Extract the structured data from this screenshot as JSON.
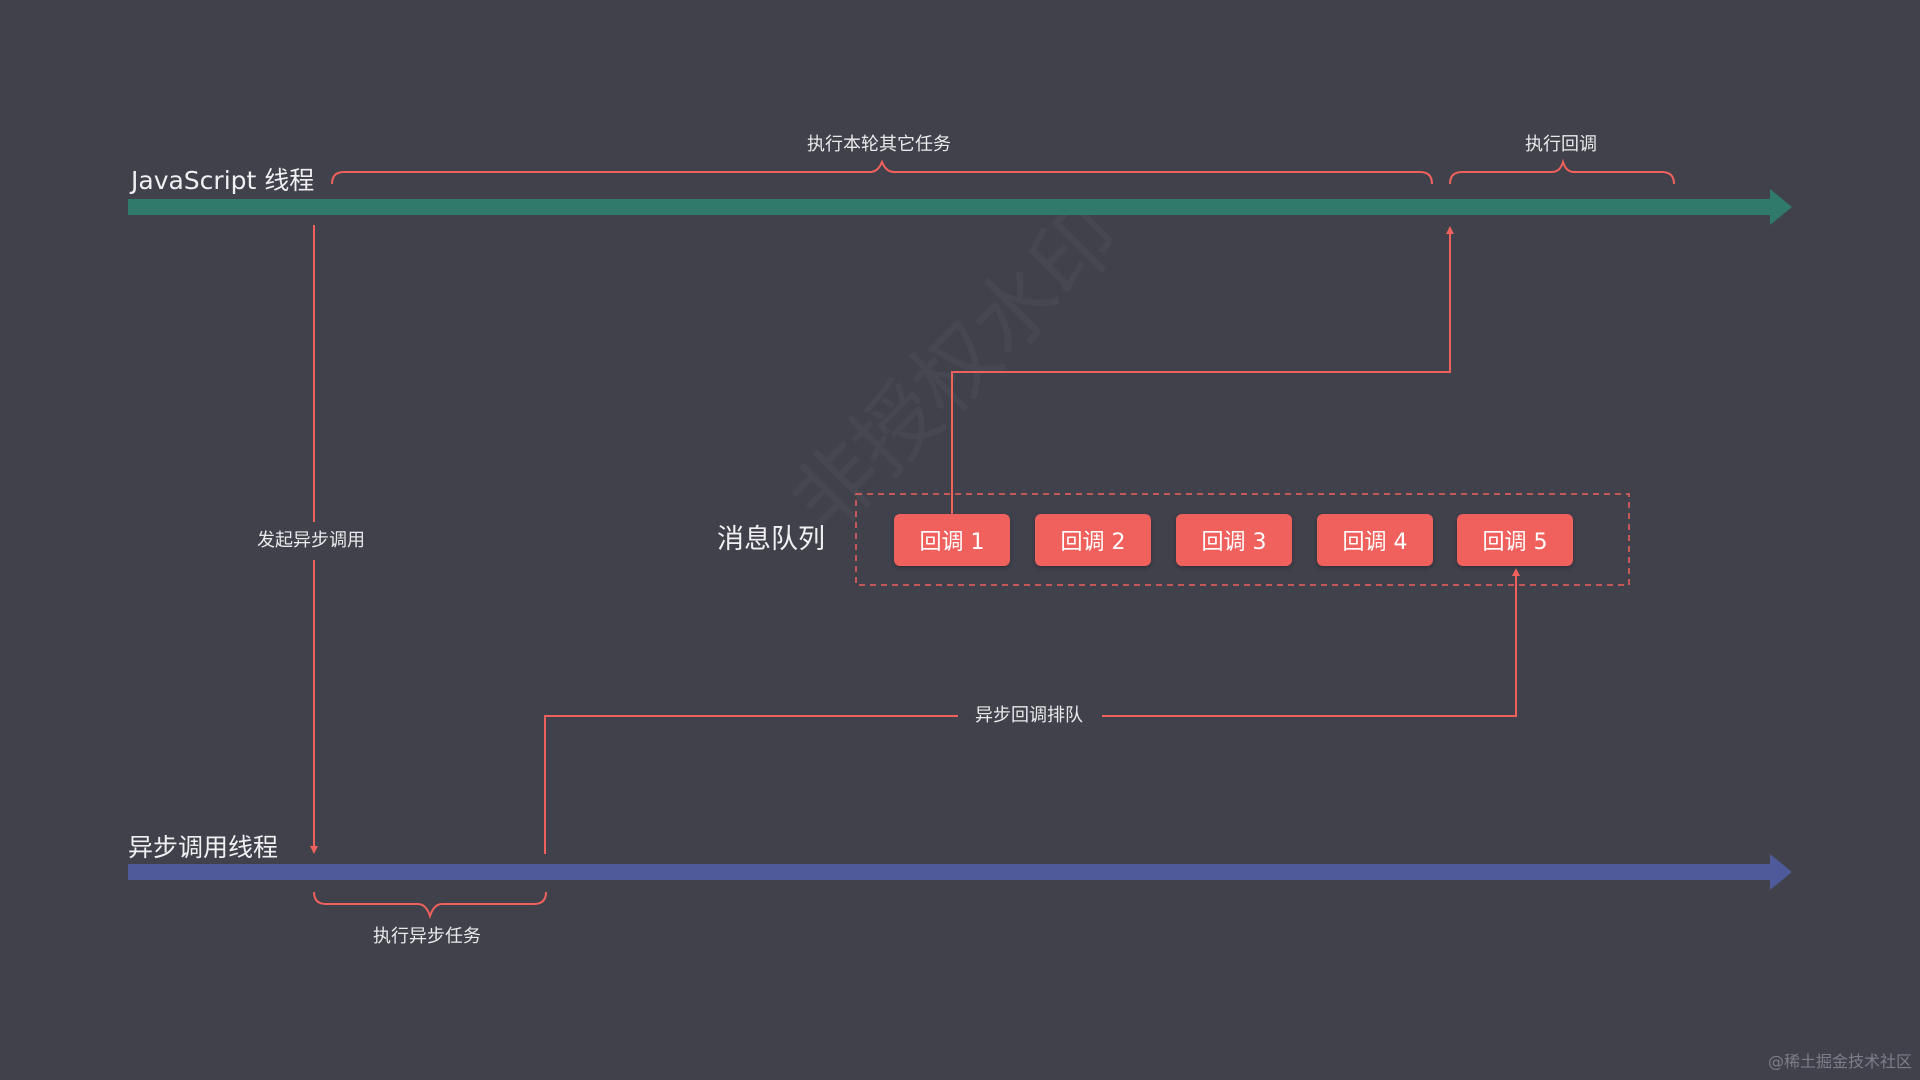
{
  "colors": {
    "background": "#40414b",
    "js_thread": "#2f7a68",
    "async_thread": "#4e5a9a",
    "line": "#f0615d",
    "callback_box": "#f0615d"
  },
  "threads": {
    "js_label": "JavaScript 线程",
    "async_label": "异步调用线程"
  },
  "brackets": {
    "other_tasks": "执行本轮其它任务",
    "run_callback": "执行回调",
    "async_task": "执行异步任务"
  },
  "arrows": {
    "start_async": "发起异步调用",
    "queue_callback": "异步回调排队"
  },
  "queue": {
    "label": "消息队列",
    "items": [
      "回调 1",
      "回调 2",
      "回调 3",
      "回调 4",
      "回调 5"
    ]
  },
  "watermark": "非授权水印",
  "credit": "@稀土掘金技术社区"
}
